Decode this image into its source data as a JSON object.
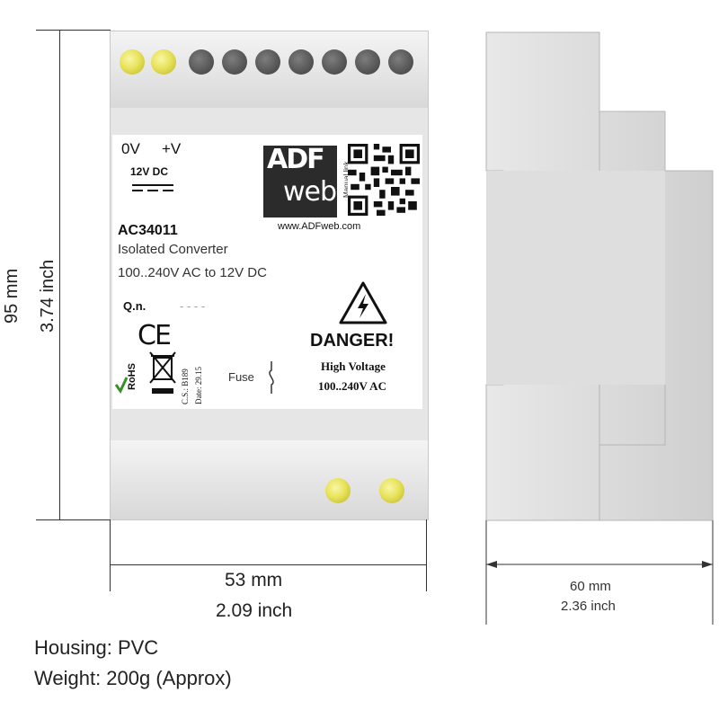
{
  "dimensions": {
    "height_mm": "95 mm",
    "height_inch": "3.74 inch",
    "width_mm": "53 mm",
    "width_inch": "2.09 inch",
    "depth_mm": "60 mm",
    "depth_inch": "2.36 inch"
  },
  "label": {
    "terminal_0v": "0V",
    "terminal_pv": "+V",
    "supply": "12V DC",
    "dc_symbol": "⎓",
    "brand_top": "ADF",
    "brand_bottom": "web",
    "manual_link": "Manual link",
    "website": "www.ADFweb.com",
    "model": "AC34011",
    "desc1": "Isolated Converter",
    "desc2": "100..240V AC to 12V DC",
    "qn_label": "Q.n.",
    "qn_value": "- - - -",
    "ce": "CE",
    "rohs": "RoHS",
    "cs": "C.S.: B189",
    "date": "Date: 29.15",
    "fuse": "Fuse",
    "danger": "DANGER!",
    "hv": "High Voltage",
    "hv_range": "100..240V AC"
  },
  "specs": {
    "housing": "Housing: PVC",
    "weight": "Weight: 200g (Approx)"
  },
  "colors": {
    "screw_yellow": "#e8e35a",
    "screw_gray": "#595959",
    "housing": "#dcdcdc"
  }
}
